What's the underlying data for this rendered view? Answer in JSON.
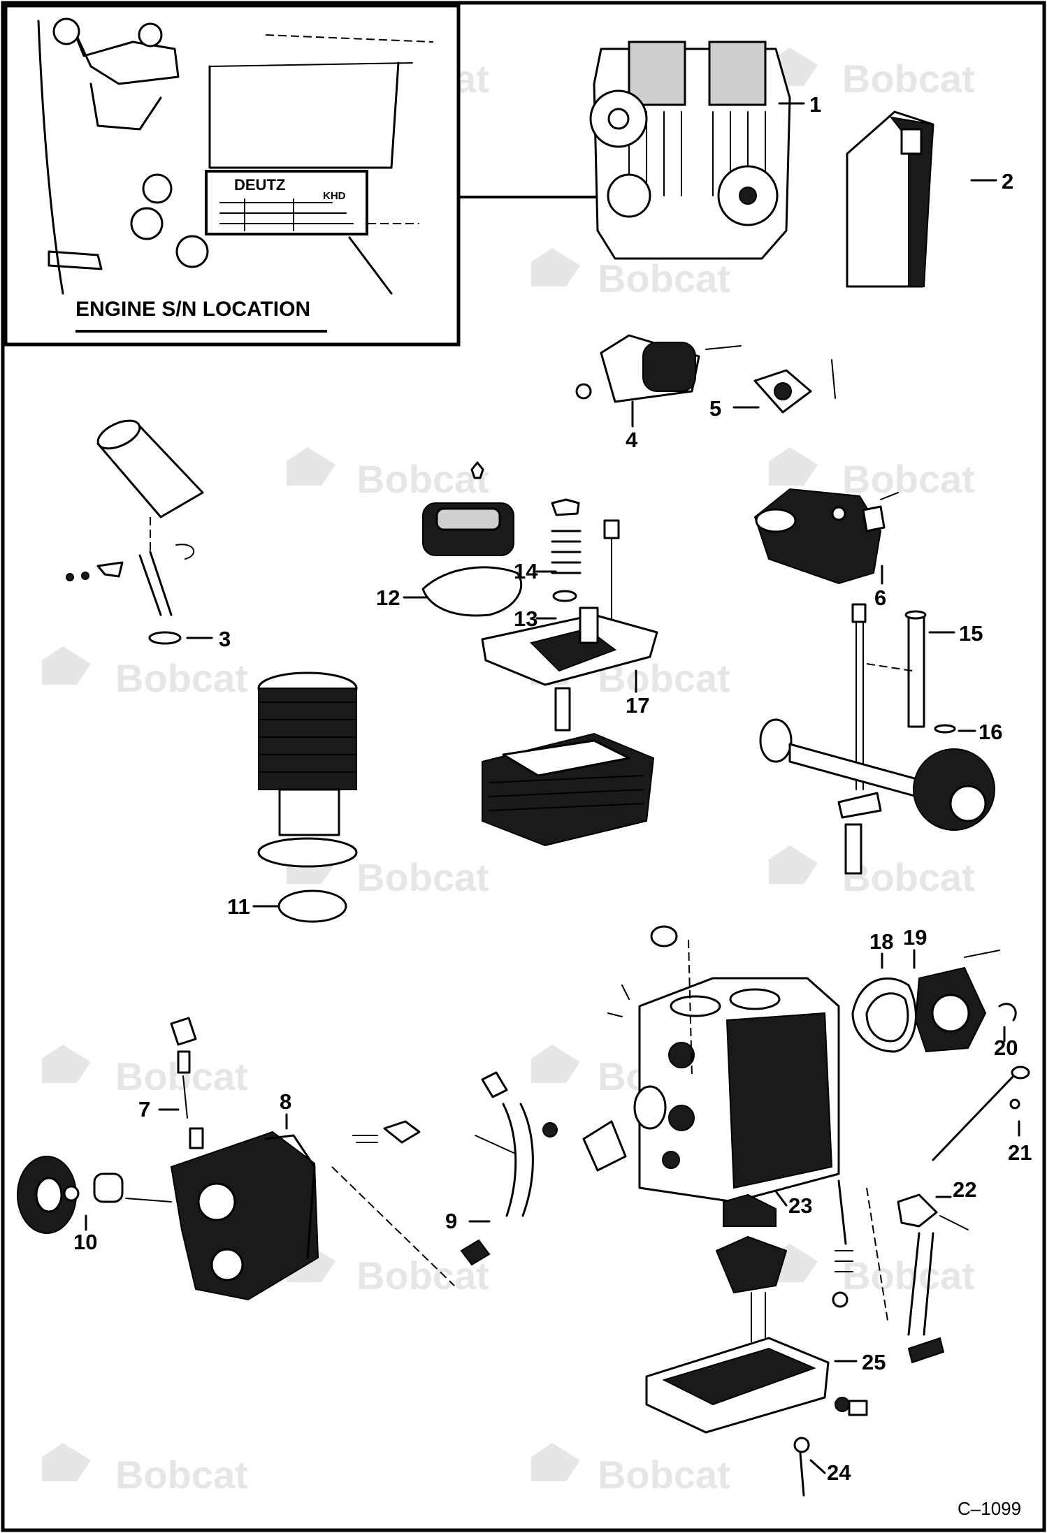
{
  "inset": {
    "label": "ENGINE S/N LOCATION",
    "plate_logo": "DEUTZ",
    "plate_badge": "KHD"
  },
  "watermark": "Bobcat",
  "callouts": [
    "1",
    "2",
    "3",
    "4",
    "5",
    "6",
    "7",
    "8",
    "9",
    "10",
    "11",
    "12",
    "13",
    "14",
    "15",
    "16",
    "17",
    "18",
    "19",
    "20",
    "21",
    "22",
    "23",
    "24",
    "25"
  ],
  "figure_code": "C–1099"
}
